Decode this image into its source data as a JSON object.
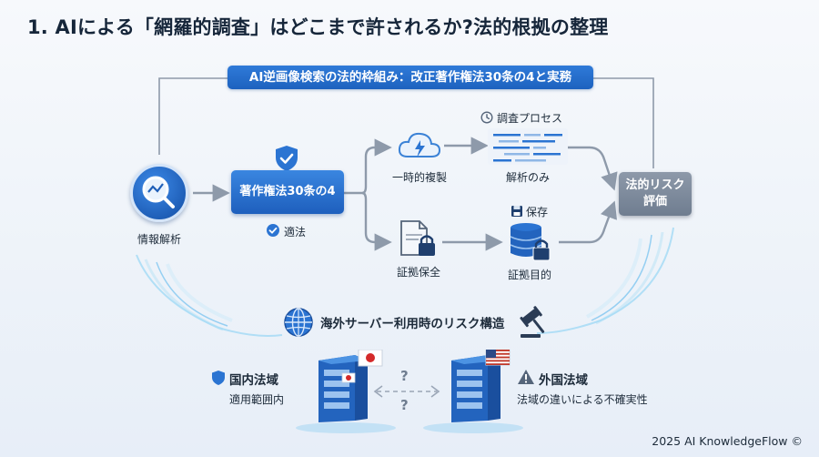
{
  "title": "1. AIによる「網羅的調査」はどこまで許されるか?法的根拠の整理",
  "banner": "AI逆画像検索の法的枠組み：改正著作権法30条の4と実務",
  "nodes": {
    "info_analysis": "情報解析",
    "article_box": "著作権法30条の4",
    "legal_ok": "適法",
    "temp_copy": "一時的複製",
    "process_label": "調査プロセス",
    "analysis_only": "解析のみ",
    "save_label": "保存",
    "evidence_preserve": "証拠保全",
    "evidence_purpose": "証拠目的",
    "risk_line1": "法的リスク",
    "risk_line2": "評価"
  },
  "overseas": {
    "heading": "海外サーバー利用時のリスク構造",
    "domestic_title": "国内法域",
    "domestic_sub": "適用範囲内",
    "foreign_title": "外国法域",
    "foreign_sub": "法域の違いによる不確実性",
    "question_mark": "?"
  },
  "footer": "2025 AI KnowledgeFlow ©",
  "colors": {
    "primary_blue": "#1e5fbd",
    "connector_gray": "#8e9aaa",
    "risk_gray": "#7a8799"
  }
}
